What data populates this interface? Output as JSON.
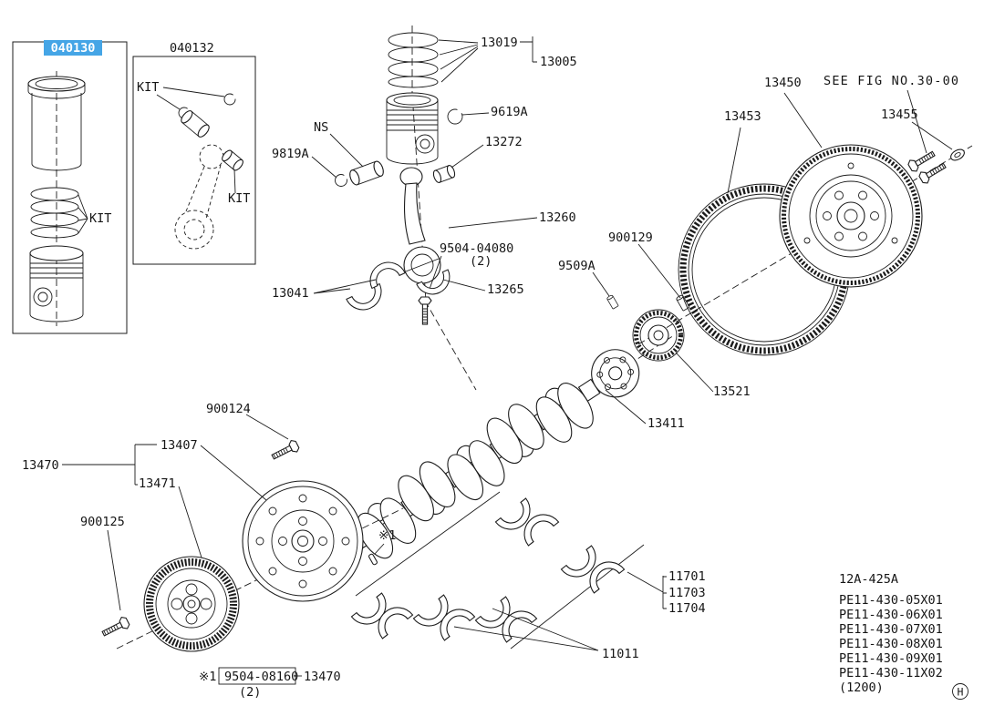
{
  "colors": {
    "highlight_bg": "#45a5e6",
    "highlight_fg": "#ffffff",
    "line": "#1c1c1c"
  },
  "callouts": {
    "box1": "040130",
    "box2": "040132",
    "kit": "KIT",
    "ns": "NS",
    "c13019": "13019",
    "c13005": "13005",
    "c9619A": "9619A",
    "c9819A": "9819A",
    "c13272": "13272",
    "c13260": "13260",
    "c9504_04080": "9504-04080",
    "qty2": "(2)",
    "c13041": "13041",
    "c13265": "13265",
    "c13450": "13450",
    "see_fig": "SEE FIG NO.30-00",
    "c13453": "13453",
    "c13455": "13455",
    "c900129": "900129",
    "c9509A": "9509A",
    "c13521": "13521",
    "c13411": "13411",
    "c900124": "900124",
    "c13407": "13407",
    "c13470": "13470",
    "c13471": "13471",
    "c900125": "900125",
    "star1": "※1",
    "c11701": "11701",
    "c11703": "11703",
    "c11704": "11704",
    "c11011": "11011"
  },
  "footnote": {
    "star": "※1",
    "part": "9504-08160",
    "qty": "(2)",
    "ref": "13470"
  },
  "ref_list": {
    "model": "12A-425A",
    "codes": [
      "PE11-430-05X01",
      "PE11-430-06X01",
      "PE11-430-07X01",
      "PE11-430-08X01",
      "PE11-430-09X01",
      "PE11-430-11X02"
    ],
    "note": "(1200)"
  },
  "corner": {
    "mark": "H"
  }
}
